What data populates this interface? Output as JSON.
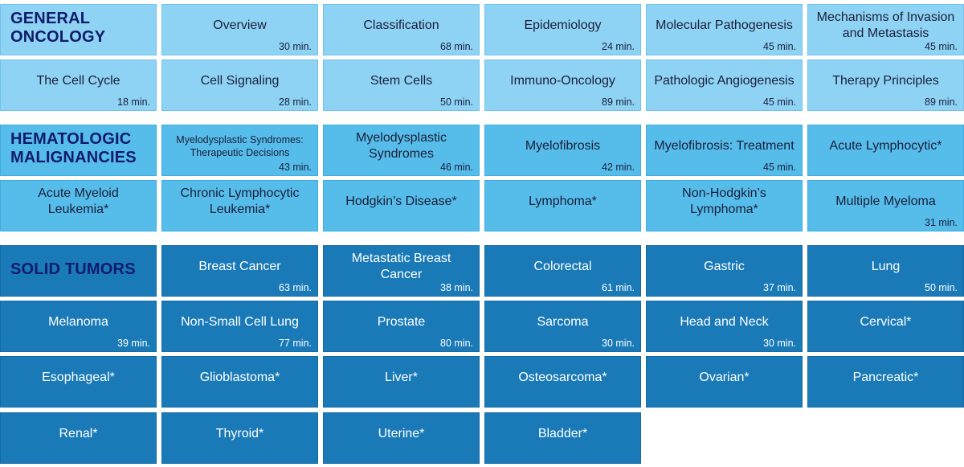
{
  "sections": [
    {
      "id": "general-oncology",
      "heading": "GENERAL ONCOLOGY",
      "rows": [
        [
          {
            "title": "Overview",
            "duration": "30 min."
          },
          {
            "title": "Classification",
            "duration": "68 min."
          },
          {
            "title": "Epidemiology",
            "duration": "24 min."
          },
          {
            "title": "Molecular Pathogenesis",
            "duration": "45 min."
          },
          {
            "title": "Mechanisms of Invasion and Metastasis",
            "duration": "45 min."
          }
        ],
        [
          {
            "title": "The Cell Cycle",
            "duration": "18 min."
          },
          {
            "title": "Cell Signaling",
            "duration": "28 min."
          },
          {
            "title": "Stem Cells",
            "duration": "50 min."
          },
          {
            "title": "Immuno-Oncology",
            "duration": "89 min."
          },
          {
            "title": "Pathologic Angiogenesis",
            "duration": "45 min."
          },
          {
            "title": "Therapy Principles",
            "duration": "89 min."
          }
        ]
      ]
    },
    {
      "id": "hematologic-malignancies",
      "heading": "HEMATOLOGIC MALIGNANCIES",
      "rows": [
        [
          {
            "title": "Myelodysplastic Syndromes: Therapeutic Decisions",
            "duration": "43 min.",
            "small": true
          },
          {
            "title": "Myelodysplastic Syndromes",
            "duration": "46 min."
          },
          {
            "title": "Myelofibrosis",
            "duration": "42 min."
          },
          {
            "title": "Myelofibrosis: Treatment",
            "duration": "45 min."
          },
          {
            "title": "Acute Lymphocytic*",
            "duration": ""
          }
        ],
        [
          {
            "title": "Acute Myeloid Leukemia*",
            "duration": ""
          },
          {
            "title": "Chronic Lymphocytic Leukemia*",
            "duration": ""
          },
          {
            "title": "Hodgkin’s Disease*",
            "duration": ""
          },
          {
            "title": "Lymphoma*",
            "duration": ""
          },
          {
            "title": "Non-Hodgkin’s Lymphoma*",
            "duration": ""
          },
          {
            "title": "Multiple Myeloma",
            "duration": "31 min."
          }
        ]
      ]
    },
    {
      "id": "solid-tumors",
      "heading": "SOLID TUMORS",
      "rows": [
        [
          {
            "title": "Breast Cancer",
            "duration": "63 min."
          },
          {
            "title": "Metastatic Breast Cancer",
            "duration": "38 min."
          },
          {
            "title": "Colorectal",
            "duration": "61 min."
          },
          {
            "title": "Gastric",
            "duration": "37 min."
          },
          {
            "title": "Lung",
            "duration": "50 min."
          }
        ],
        [
          {
            "title": "Melanoma",
            "duration": "39 min."
          },
          {
            "title": "Non-Small Cell Lung",
            "duration": "77 min."
          },
          {
            "title": "Prostate",
            "duration": "80 min."
          },
          {
            "title": "Sarcoma",
            "duration": "30 min."
          },
          {
            "title": "Head and Neck",
            "duration": "30 min."
          },
          {
            "title": "Cervical*",
            "duration": ""
          }
        ],
        [
          {
            "title": "Esophageal*",
            "duration": ""
          },
          {
            "title": "Glioblastoma*",
            "duration": ""
          },
          {
            "title": "Liver*",
            "duration": ""
          },
          {
            "title": "Osteosarcoma*",
            "duration": ""
          },
          {
            "title": "Ovarian*",
            "duration": ""
          },
          {
            "title": "Pancreatic*",
            "duration": ""
          }
        ],
        [
          {
            "title": "Renal*",
            "duration": ""
          },
          {
            "title": "Thyroid*",
            "duration": ""
          },
          {
            "title": "Uterine*",
            "duration": ""
          },
          {
            "title": "Bladder*",
            "duration": ""
          }
        ]
      ]
    }
  ],
  "colors": {
    "general_oncology_tile": "#8fd3f4",
    "hematologic_tile": "#56bcea",
    "solid_tumors_tile": "#1a7ab8",
    "heading_text": "#0f1b6b"
  }
}
